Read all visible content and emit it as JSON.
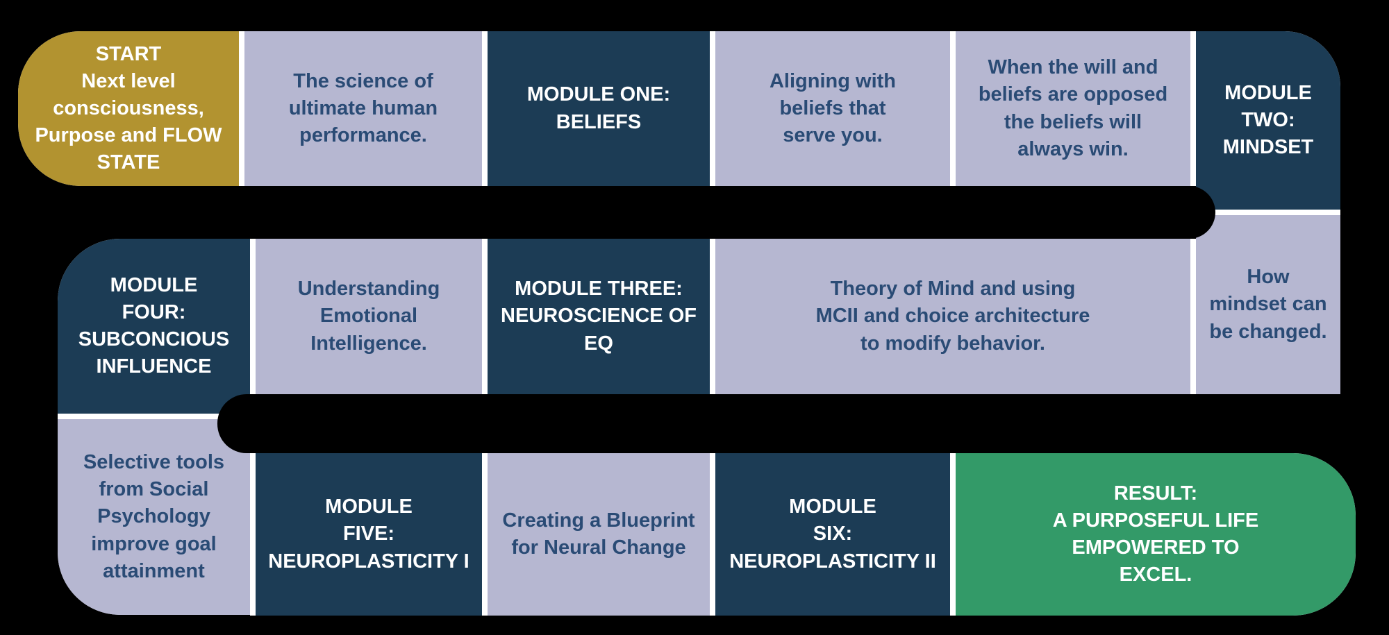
{
  "background": "#000000",
  "colors": {
    "start_gold": "#b29330",
    "module_navy": "#1c3c55",
    "step_lavender": "#b6b7d1",
    "result_green": "#339a68",
    "step_text_blue": "#2a4b75",
    "module_text": "#ffffff",
    "separator": "#ffffff"
  },
  "nodes": {
    "start": {
      "text": "START\nNext level\nconsciousness,\nPurpose and FLOW\nSTATE"
    },
    "science": {
      "text": "The science of\nultimate human\nperformance."
    },
    "module_one": {
      "text": "MODULE ONE:\nBELIEFS"
    },
    "aligning": {
      "text": "Aligning with\nbeliefs that\nserve you."
    },
    "opposed": {
      "text": "When the will and\nbeliefs are opposed\nthe beliefs will\nalways win."
    },
    "module_two": {
      "text": "MODULE\nTWO:\nMINDSET"
    },
    "how_mindset": {
      "text": "How\nmindset can\nbe changed."
    },
    "theory": {
      "text": "Theory of Mind and using\nMCII and choice architecture\nto modify behavior."
    },
    "module_three": {
      "text": "MODULE THREE:\nNEUROSCIENCE OF\nEQ"
    },
    "understanding": {
      "text": "Understanding\nEmotional\nIntelligence."
    },
    "module_four": {
      "text": "MODULE\nFOUR:\nSUBCONCIOUS\nINFLUENCE"
    },
    "selective": {
      "text": "Selective tools\nfrom Social\nPsychology\nimprove goal\nattainment"
    },
    "module_five": {
      "text": "MODULE\nFIVE:\nNEUROPLASTICITY I"
    },
    "blueprint": {
      "text": "Creating a Blueprint\nfor Neural Change"
    },
    "module_six": {
      "text": "MODULE\nSIX:\nNEUROPLASTICITY II"
    },
    "result": {
      "text": "RESULT:\nA PURPOSEFUL LIFE\nEMPOWERED TO\nEXCEL."
    }
  }
}
